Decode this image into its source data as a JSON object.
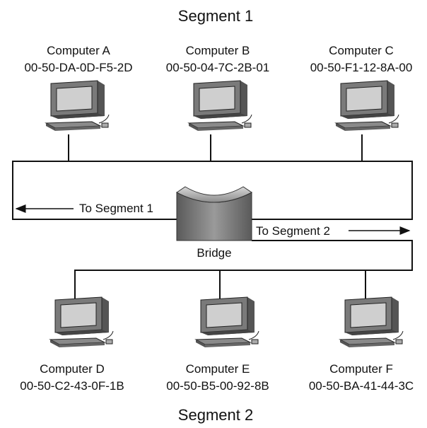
{
  "segment1": {
    "title": "Segment 1"
  },
  "segment2": {
    "title": "Segment 2"
  },
  "computers": [
    {
      "name": "Computer A",
      "mac": "00-50-DA-0D-F5-2D"
    },
    {
      "name": "Computer B",
      "mac": "00-50-04-7C-2B-01"
    },
    {
      "name": "Computer C",
      "mac": "00-50-F1-12-8A-00"
    },
    {
      "name": "Computer D",
      "mac": "00-50-C2-43-0F-1B"
    },
    {
      "name": "Computer E",
      "mac": "00-50-B5-00-92-8B"
    },
    {
      "name": "Computer F",
      "mac": "00-50-BA-41-44-3C"
    }
  ],
  "bridge": {
    "label": "Bridge"
  },
  "arrows": {
    "to_segment1": "To Segment 1",
    "to_segment2": "To Segment 2"
  }
}
